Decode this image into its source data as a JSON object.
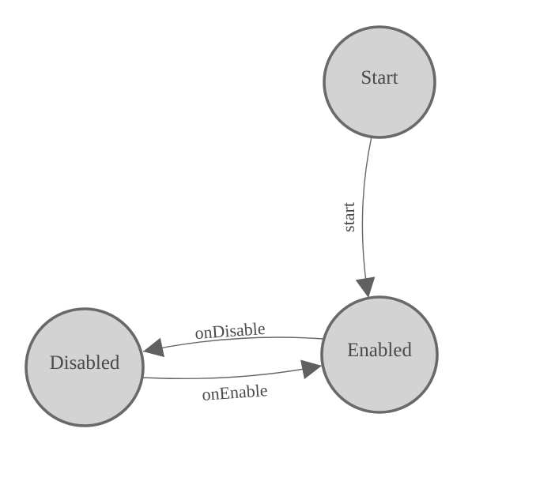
{
  "diagram": {
    "type": "state-machine",
    "nodes": [
      {
        "id": "start",
        "label": "Start"
      },
      {
        "id": "enabled",
        "label": "Enabled"
      },
      {
        "id": "disabled",
        "label": "Disabled"
      }
    ],
    "edges": [
      {
        "id": "start-to-enabled",
        "label": "start",
        "from": "Start",
        "to": "Enabled"
      },
      {
        "id": "enabled-to-disabled",
        "label": "onDisable",
        "from": "Enabled",
        "to": "Disabled"
      },
      {
        "id": "disabled-to-enabled",
        "label": "onEnable",
        "from": "Disabled",
        "to": "Enabled"
      }
    ],
    "colors": {
      "background": "#ffffff",
      "node_fill": "#d3d3d3",
      "node_border": "#696969",
      "edge_stroke": "#666666",
      "arrowhead": "#606060",
      "label_text": "#4a4a4a"
    }
  }
}
